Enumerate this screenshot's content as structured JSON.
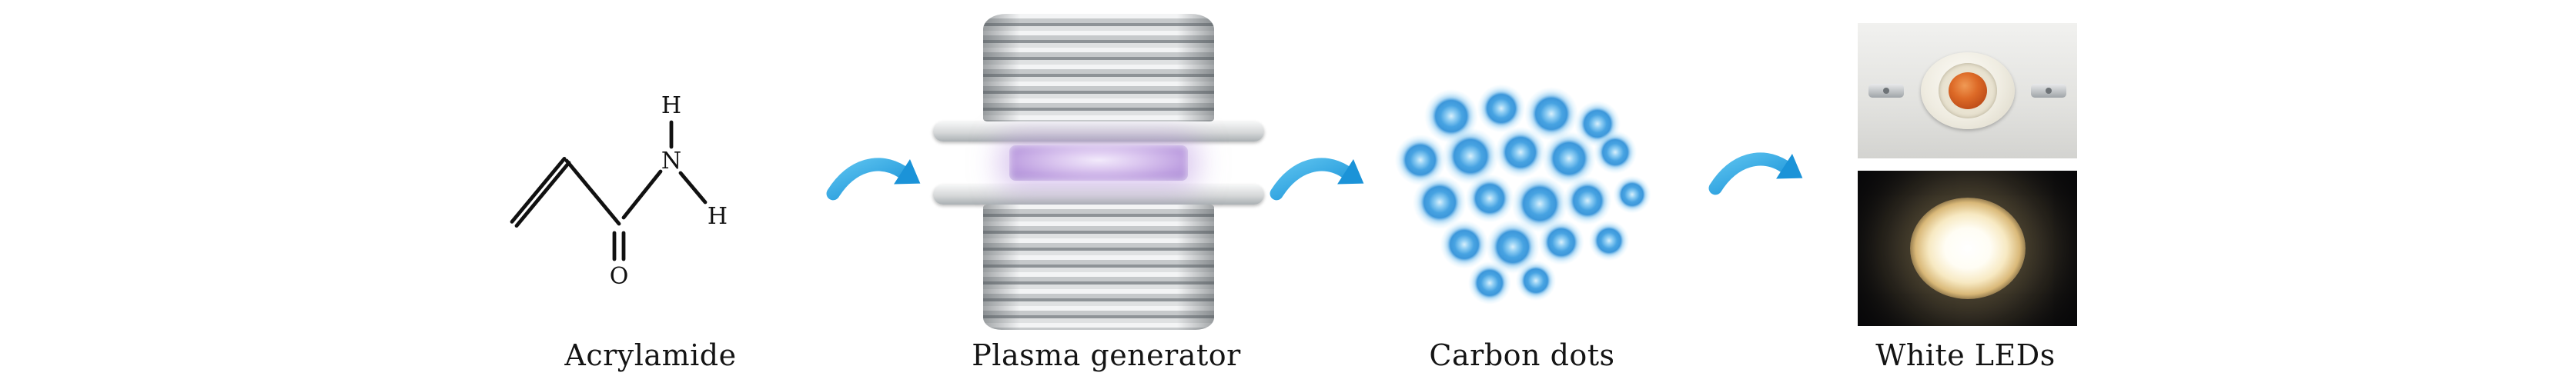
{
  "figure": {
    "description": "Process schematic: acrylamide converted by a plasma generator into carbon dots used in white LEDs",
    "stages": [
      {
        "id": "acrylamide",
        "label": "Acrylamide"
      },
      {
        "id": "plasma-generator",
        "label": "Plasma generator"
      },
      {
        "id": "carbon-dots",
        "label": "Carbon dots"
      },
      {
        "id": "white-leds",
        "label": "White LEDs"
      }
    ],
    "molecule": {
      "name": "Acrylamide",
      "atom_labels": {
        "h_top": "H",
        "h_side": "H",
        "n": "N",
        "o": "O"
      }
    },
    "carbon_dots": {
      "count": 20,
      "dots": [
        [
          95,
          48,
          20
        ],
        [
          160,
          38,
          18
        ],
        [
          225,
          45,
          20
        ],
        [
          285,
          58,
          17
        ],
        [
          55,
          105,
          19
        ],
        [
          120,
          100,
          21
        ],
        [
          185,
          95,
          19
        ],
        [
          248,
          103,
          20
        ],
        [
          308,
          95,
          16
        ],
        [
          80,
          160,
          20
        ],
        [
          145,
          155,
          18
        ],
        [
          210,
          162,
          21
        ],
        [
          272,
          158,
          18
        ],
        [
          330,
          150,
          14
        ],
        [
          112,
          215,
          18
        ],
        [
          175,
          218,
          20
        ],
        [
          238,
          212,
          17
        ],
        [
          300,
          210,
          15
        ],
        [
          145,
          265,
          16
        ],
        [
          205,
          262,
          15
        ]
      ]
    },
    "colors": {
      "arrow_blue": "#2fa9e1",
      "dot_blue": "#3f9ede",
      "dot_glow": "#a8dcf6",
      "plasma_purple": "#bfa1e1",
      "device_gray": "#c6c9cb",
      "led_dome_orange": "#dd6a27",
      "led_glow_warm": "#f7e9c2"
    }
  }
}
